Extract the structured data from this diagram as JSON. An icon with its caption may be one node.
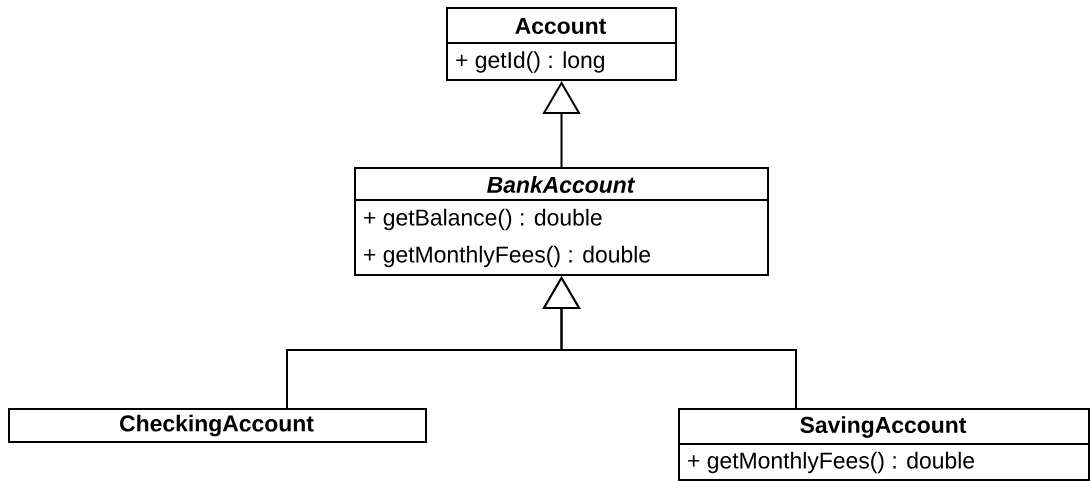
{
  "diagram": {
    "nodes": [
      {
        "text": [
          "Account",
          "+ getId() : long"
        ]
      },
      {
        "text": [
          "BankAccount",
          "+ getBalance() : double",
          "+ getMonthlyFees() : double"
        ]
      },
      {
        "text": [
          "CheckingAccount"
        ]
      },
      {
        "text": [
          "SavingAccount",
          "+ getMonthlyFees() : double"
        ]
      }
    ],
    "edges": [
      {
        "from": 1,
        "to": 0,
        "arrow": "to"
      },
      {
        "from": 2,
        "to": 1,
        "arrow": "to"
      },
      {
        "from": 3,
        "to": 1,
        "arrow": "to"
      }
    ]
  }
}
